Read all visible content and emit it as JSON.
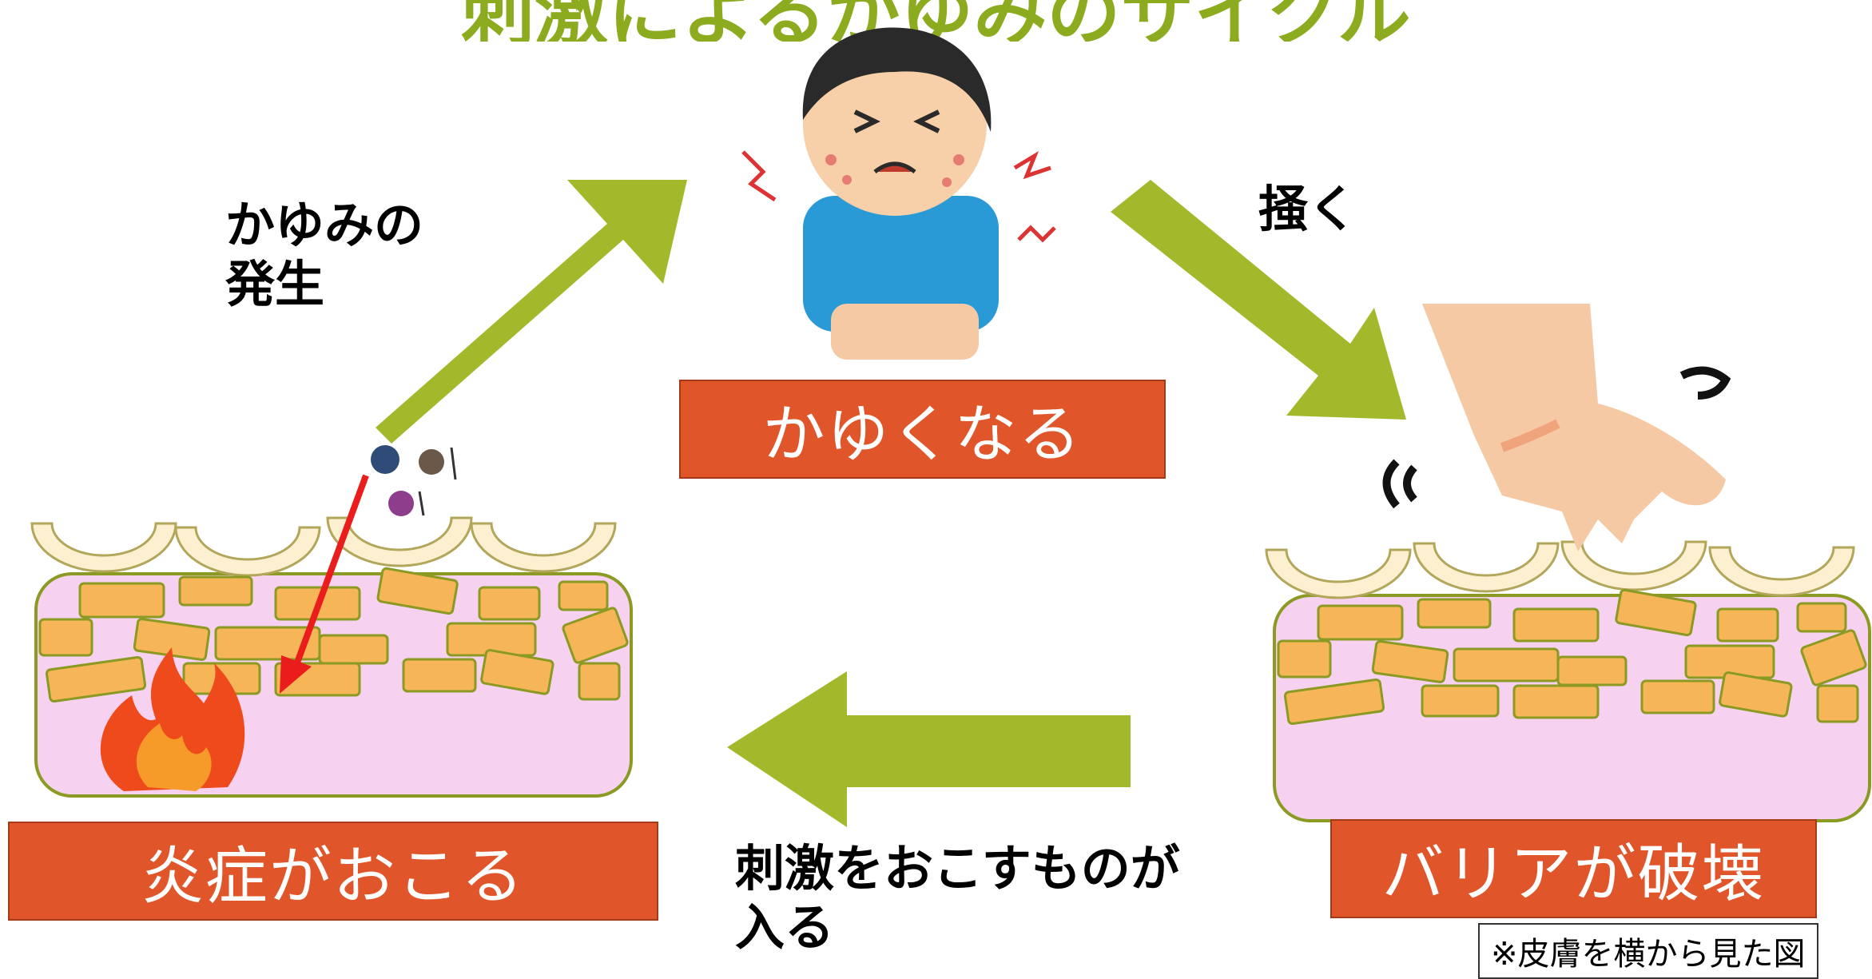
{
  "heading": "刺激によるかゆみのサイクル",
  "labels": {
    "itchy": "かゆくなる",
    "barrier": "バリアが破壊",
    "inflammation": "炎症がおこる"
  },
  "steps": {
    "itch_occurs": "かゆみの\n発生",
    "scratch": "掻く",
    "irritant_enters": "刺激をおこすものが\n入る"
  },
  "note": "※皮膚を横から見た図",
  "colors": {
    "arrow": "#a4b82b",
    "label_box": "#e0562a",
    "skin": "#f7d2f0",
    "cell": "#f6b657",
    "scale": "#fdf0d0",
    "outline": "#8a9a22"
  }
}
